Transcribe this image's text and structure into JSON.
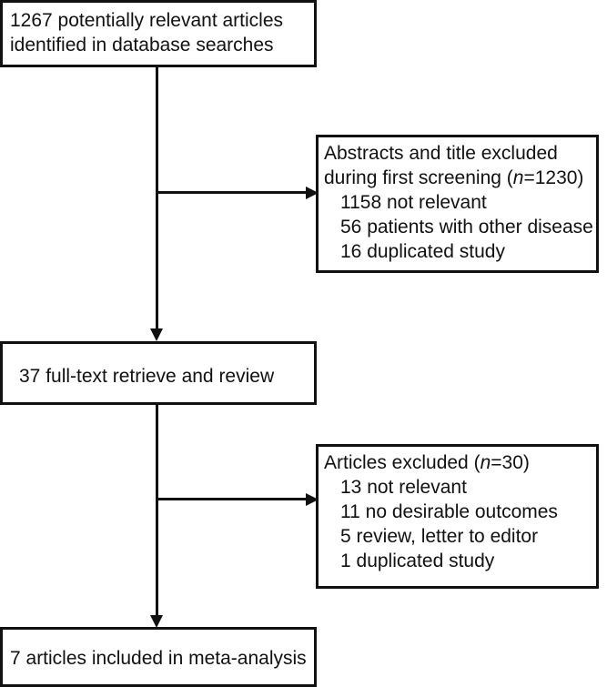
{
  "boxes": {
    "identified": {
      "line1": "1267 potentially relevant articles",
      "line2": "identified in database searches"
    },
    "first_screening": {
      "head1": "Abstracts and title excluded",
      "head2_pre": "during first screening (",
      "head2_n": "n",
      "head2_post": "=1230)",
      "items": [
        "1158 not relevant",
        "56 patients with other disease",
        "16 duplicated study"
      ]
    },
    "fulltext": {
      "label": "37 full-text retrieve and review"
    },
    "articles_excluded": {
      "head_pre": "Articles excluded (",
      "head_n": "n",
      "head_post": "=30)",
      "items": [
        "13 not relevant",
        "11 no desirable outcomes",
        "5 review, letter to editor",
        "1 duplicated study"
      ]
    },
    "included": {
      "label": "7 articles included in meta-analysis"
    }
  }
}
